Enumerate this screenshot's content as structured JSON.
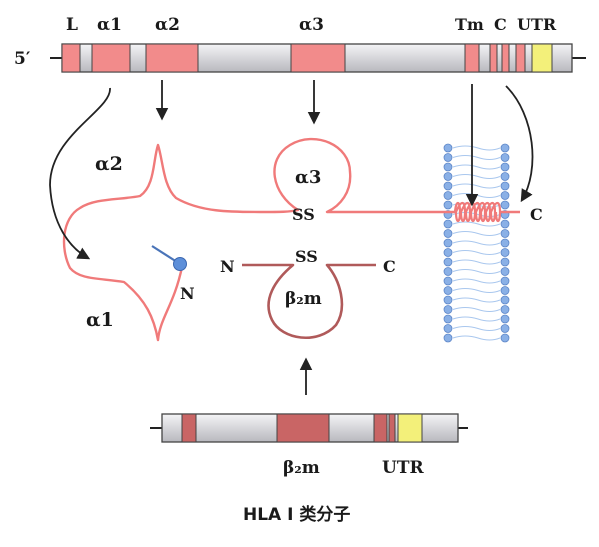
{
  "gene_top": {
    "end_label": "5′",
    "exon_labels": [
      "L",
      "α1",
      "α2",
      "α3",
      "Tm",
      "C",
      "UTR"
    ]
  },
  "protein": {
    "alpha1": "α1",
    "alpha2": "α2",
    "alpha3": "α3",
    "ss_heavy": "SS",
    "n_heavy": "N",
    "c_heavy": "C"
  },
  "b2m_protein": {
    "n": "N",
    "c": "C",
    "ss": "SS",
    "name": "β₂m"
  },
  "gene_bottom": {
    "b2m_label": "β₂m",
    "utr_label": "UTR"
  },
  "caption": "HLA Ⅰ 类分子",
  "colors": {
    "exon_pink": "#f28b8b",
    "b2m_exon": "#c96565",
    "utr_yellow": "#f3f07a",
    "intron_grey": "#dcdce0",
    "heavy_chain": "#f07a7a",
    "b2m_chain": "#b05a5a",
    "membrane_blue": "#8ab0e6",
    "glycan": "#5d8fd9"
  }
}
